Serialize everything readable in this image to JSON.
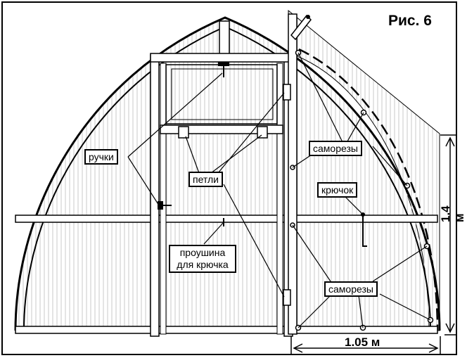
{
  "figure": {
    "title": "Рис. 6"
  },
  "labels": {
    "handles": "ручки",
    "hinges": "петли",
    "screws_upper": "саморезы",
    "hook": "крючок",
    "eyelet_line1": "проушина",
    "eyelet_line2": "для крючка",
    "screws_lower": "саморезы"
  },
  "dimensions": {
    "width": "1.05 м",
    "height": "1.4 м"
  },
  "colors": {
    "line": "#000000",
    "panel_fill": "#ffffff",
    "rib": "#c8c8c8"
  }
}
